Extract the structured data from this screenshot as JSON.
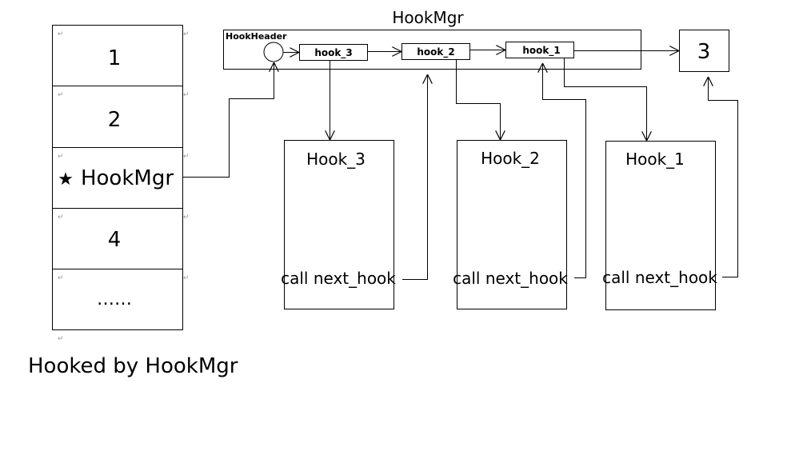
{
  "diagram": {
    "title": "HookMgr",
    "caption": "Hooked by HookMgr",
    "table": {
      "cells": [
        {
          "label": "1"
        },
        {
          "label": "2"
        },
        {
          "label": "HookMgr",
          "marker": "★"
        },
        {
          "label": "4"
        },
        {
          "label": "……"
        }
      ],
      "paragraph_mark": "↵"
    },
    "hook_manager": {
      "header_label": "HookHeader",
      "chain": [
        "hook_3",
        "hook_2",
        "hook_1"
      ],
      "target_label": "3"
    },
    "hook_functions": [
      {
        "title": "Hook_3",
        "call_label": "call next_hook"
      },
      {
        "title": "Hook_2",
        "call_label": "call next_hook"
      },
      {
        "title": "Hook_1",
        "call_label": "call next_hook"
      }
    ]
  }
}
